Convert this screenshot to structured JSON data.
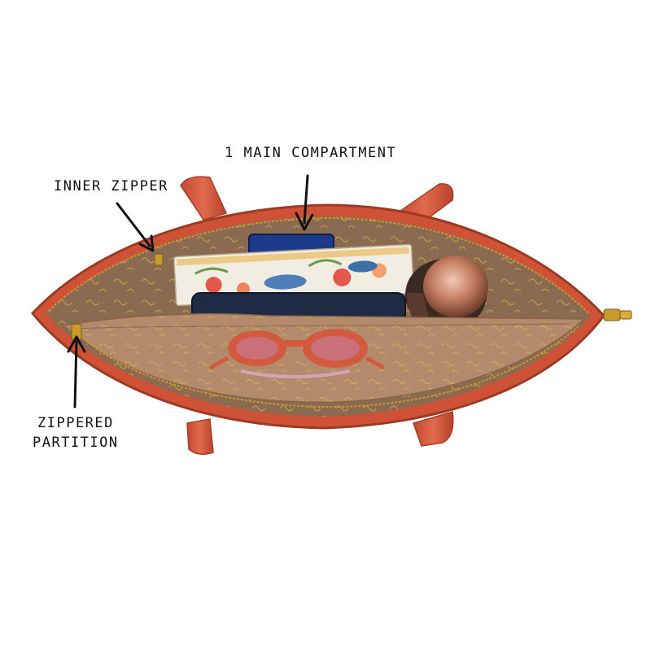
{
  "callouts": {
    "main_compartment": "1 MAIN COMPARTMENT",
    "inner_zipper": "INNER ZIPPER",
    "zippered_partition_line1": "ZIPPERED",
    "zippered_partition_line2": "PARTITION"
  },
  "colors": {
    "bag_leather": "#d4563a",
    "lining": "#8a6a50",
    "inner_panel": "#b38b6c",
    "zipper_gold": "#c89a2c",
    "notebook_cover": "#f2ede2",
    "pouch_navy": "#1f2a44",
    "bottle_copper": "#b46a4f",
    "sunglasses_frame": "#d25a3f",
    "phone_blue": "#1e3a8a"
  },
  "icons": {
    "arrow": "down-arrow-icon"
  }
}
